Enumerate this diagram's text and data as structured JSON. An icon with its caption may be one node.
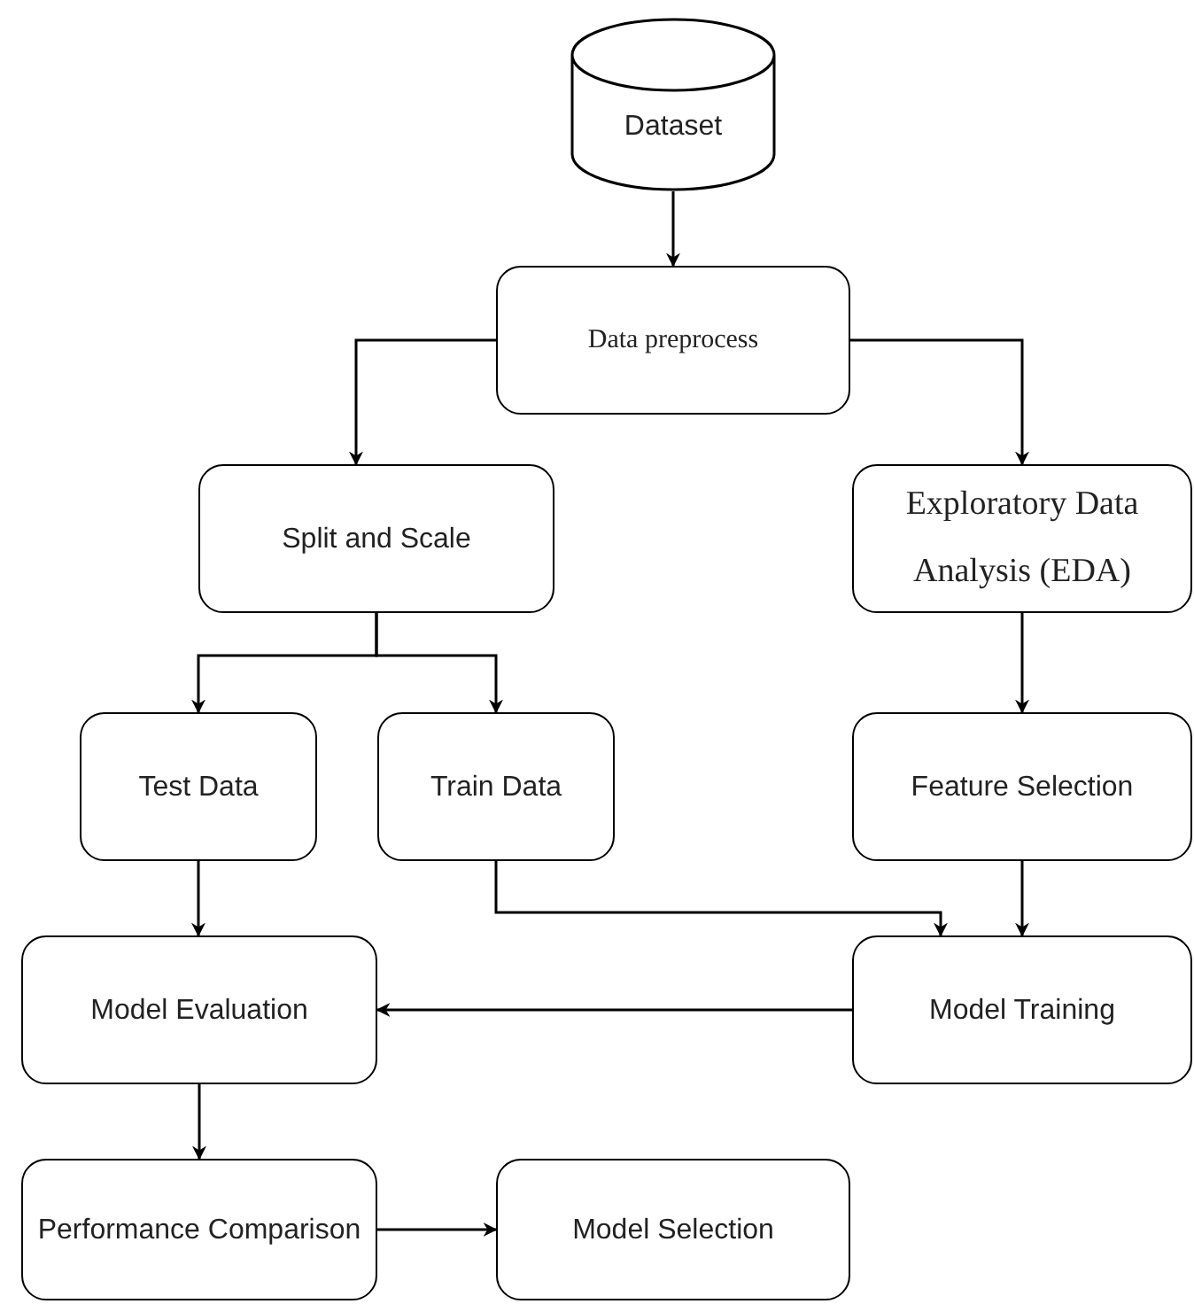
{
  "diagram": {
    "nodes": [
      {
        "text": [
          "Dataset"
        ]
      },
      {
        "text": [
          "Data preprocess"
        ]
      },
      {
        "text": [
          "Split and Scale"
        ]
      },
      {
        "text": [
          "Exploratory Data Analysis (EDA)"
        ]
      },
      {
        "text": [
          "Test Data"
        ]
      },
      {
        "text": [
          "Train Data"
        ]
      },
      {
        "text": [
          "Feature Selection"
        ]
      },
      {
        "text": [
          "Model Evaluation"
        ]
      },
      {
        "text": [
          "Model Training"
        ]
      },
      {
        "text": [
          "Performance Comparison"
        ]
      },
      {
        "text": [
          "Model Selection"
        ]
      }
    ],
    "edges": [
      {
        "from": 0,
        "to": 1,
        "arrow": "to"
      },
      {
        "from": 1,
        "to": 2,
        "arrow": "to"
      },
      {
        "from": 1,
        "to": 3,
        "arrow": "to"
      },
      {
        "from": 2,
        "to": 4,
        "arrow": "to"
      },
      {
        "from": 2,
        "to": 5,
        "arrow": "to"
      },
      {
        "from": 3,
        "to": 6,
        "arrow": "to"
      },
      {
        "from": 4,
        "to": 7,
        "arrow": "to"
      },
      {
        "from": 5,
        "to": 8,
        "arrow": "to"
      },
      {
        "from": 6,
        "to": 8,
        "arrow": "to"
      },
      {
        "from": 8,
        "to": 7,
        "arrow": "to"
      },
      {
        "from": 7,
        "to": 9,
        "arrow": "to"
      },
      {
        "from": 9,
        "to": 10,
        "arrow": "to"
      }
    ]
  }
}
